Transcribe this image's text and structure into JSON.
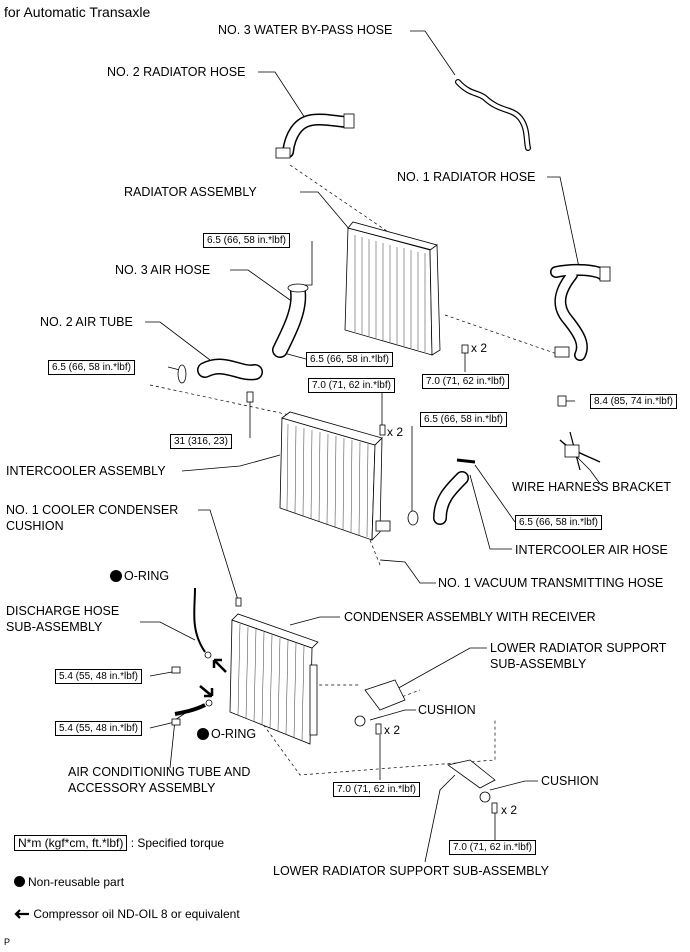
{
  "header": "for Automatic Transaxle",
  "labels": {
    "no3_water_bypass_hose": "NO. 3 WATER BY-PASS HOSE",
    "no2_radiator_hose": "NO. 2 RADIATOR HOSE",
    "no1_radiator_hose": "NO. 1 RADIATOR HOSE",
    "radiator_assembly": "RADIATOR ASSEMBLY",
    "no3_air_hose": "NO. 3 AIR HOSE",
    "no2_air_tube": "NO. 2 AIR TUBE",
    "intercooler_assembly": "INTERCOOLER ASSEMBLY",
    "wire_harness_bracket": "WIRE HARNESS BRACKET",
    "intercooler_air_hose": "INTERCOOLER AIR HOSE",
    "no1_vacuum_hose": "NO. 1 VACUUM TRANSMITTING HOSE",
    "no1_cooler_condenser_cushion_1": "NO. 1 COOLER CONDENSER",
    "no1_cooler_condenser_cushion_2": "CUSHION",
    "oring_top": "O-RING",
    "discharge_hose_1": "DISCHARGE HOSE",
    "discharge_hose_2": "SUB-ASSEMBLY",
    "condenser_assembly": "CONDENSER ASSEMBLY WITH RECEIVER",
    "lower_support_1": "LOWER RADIATOR SUPPORT",
    "lower_support_2": "SUB-ASSEMBLY",
    "cushion_1": "CUSHION",
    "oring_bottom": "O-RING",
    "ac_tube_1": "AIR CONDITIONING TUBE AND",
    "ac_tube_2": "ACCESSORY ASSEMBLY",
    "cushion_2": "CUSHION",
    "lower_support_bottom": "LOWER RADIATOR SUPPORT SUB-ASSEMBLY"
  },
  "torques": {
    "t_air_hose_top": "6.5 (66, 58 in.*lbf)",
    "t_air_hose_bottom": "6.5 (66, 58 in.*lbf)",
    "t_air_tube": "6.5 (66, 58 in.*lbf)",
    "t_radiator_bolt": "7.0 (71, 62 in.*lbf)",
    "t_wire_bracket": "8.4 (85, 74 in.*lbf)",
    "t_intercooler_bolt": "7.0 (71, 62 in.*lbf)",
    "t_intercooler_clamp": "6.5 (66, 58 in.*lbf)",
    "t_air_tube_bolt": "31 (316, 23)",
    "t_intercooler_air_hose": "6.5 (66, 58 in.*lbf)",
    "t_discharge": "5.4 (55, 48 in.*lbf)",
    "t_ac_tube": "5.4 (55, 48 in.*lbf)",
    "t_lower_support": "7.0 (71, 62 in.*lbf)",
    "t_lower_support_2": "7.0 (71, 62 in.*lbf)"
  },
  "multipliers": {
    "m1": "x 2",
    "m2": "x 2",
    "m3": "x 2",
    "m4": "x 2"
  },
  "legend": {
    "torque_box": "N*m (kgf*cm, ft.*lbf)",
    "torque_text": ": Specified torque",
    "nonreusable": "Non-reusable part",
    "compressor_oil": "Compressor oil ND-OIL 8 or equivalent"
  },
  "code": "P"
}
